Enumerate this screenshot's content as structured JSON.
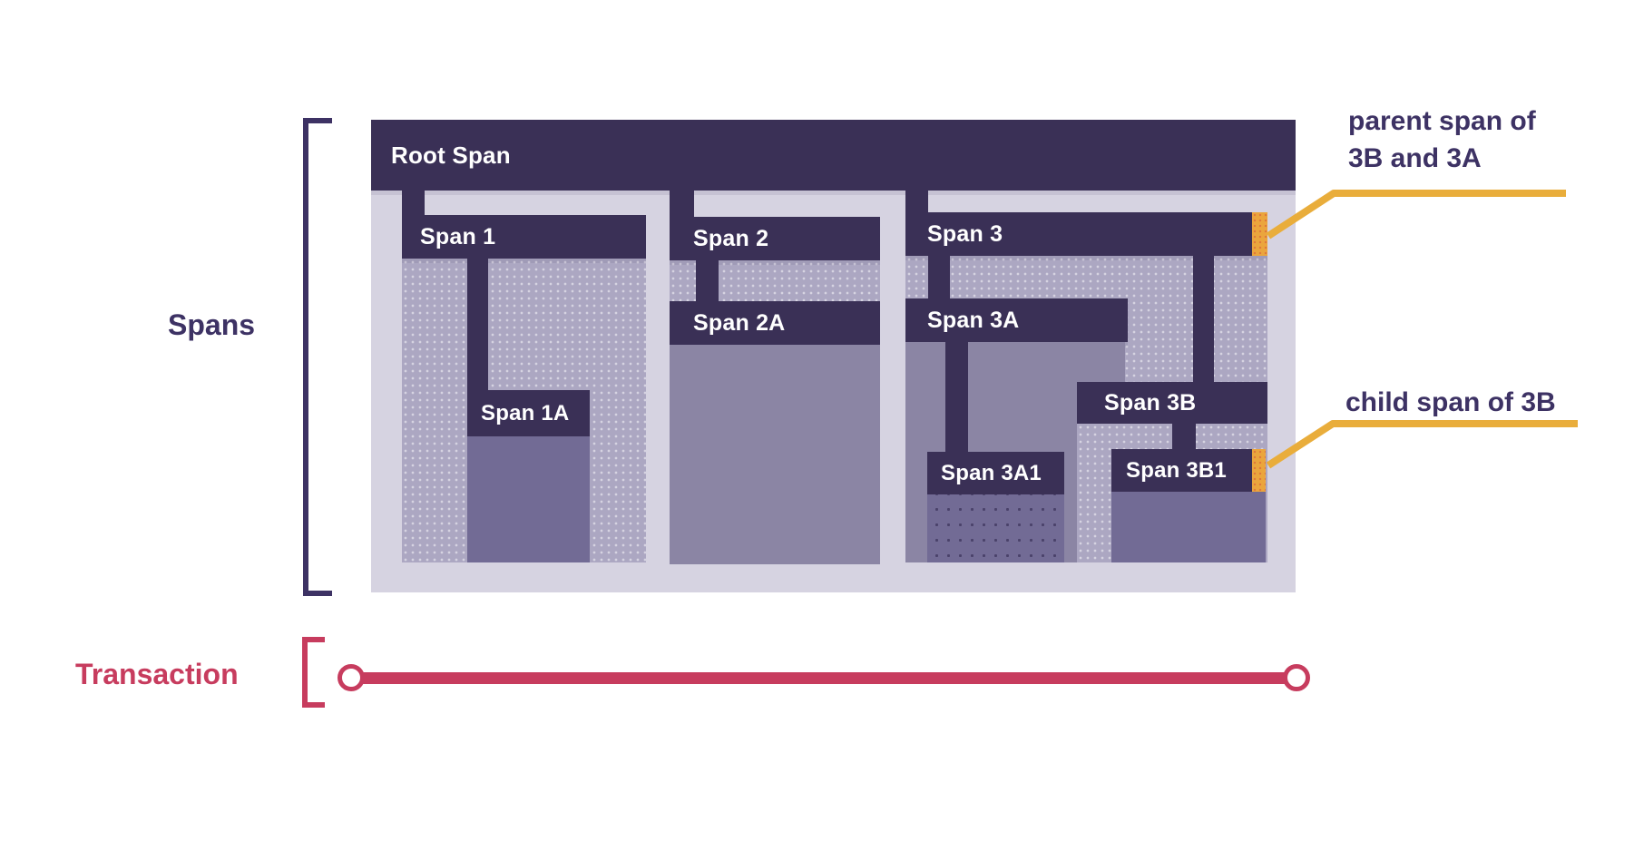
{
  "labels": {
    "spans": "Spans",
    "transaction": "Transaction"
  },
  "annotations": {
    "parent": "parent span of 3B and 3A",
    "child": "child span of 3B"
  },
  "spans": {
    "root": "Root Span",
    "s1": "Span 1",
    "s1a": "Span 1A",
    "s2": "Span 2",
    "s2a": "Span 2A",
    "s3": "Span 3",
    "s3a": "Span 3A",
    "s3a1": "Span 3A1",
    "s3b": "Span 3B",
    "s3b1": "Span 3B1"
  },
  "colors": {
    "bar": "#3a3056",
    "container": "#d6d3e1",
    "contentLight": "#aca7c2",
    "contentMedium": "#8b85a4",
    "contentDark": "#726b95",
    "orange": "#eba53d",
    "yellow": "#e9ad3b",
    "red": "#c73c5e",
    "labelText": "#3d3264"
  }
}
